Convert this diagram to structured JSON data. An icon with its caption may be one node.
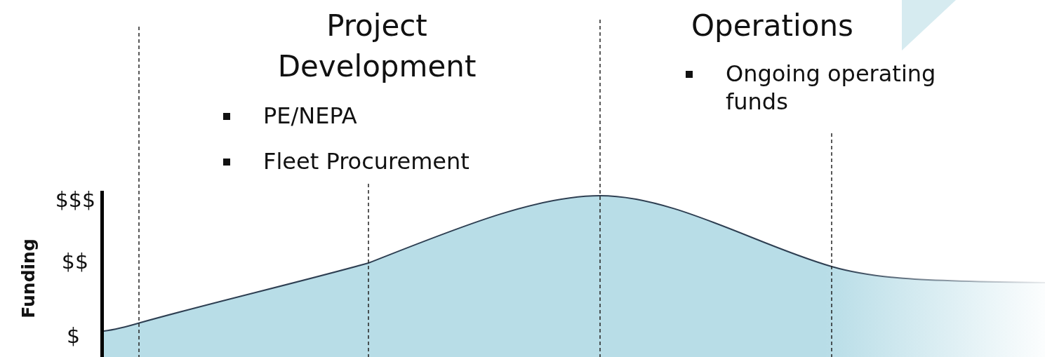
{
  "diagram": {
    "labels": [
      "Project Development",
      "Operations",
      "Ongoing operating funds",
      "PE/NEPA",
      "Fleet Procurement",
      "$$$",
      "$$",
      "Funding",
      "$"
    ]
  }
}
